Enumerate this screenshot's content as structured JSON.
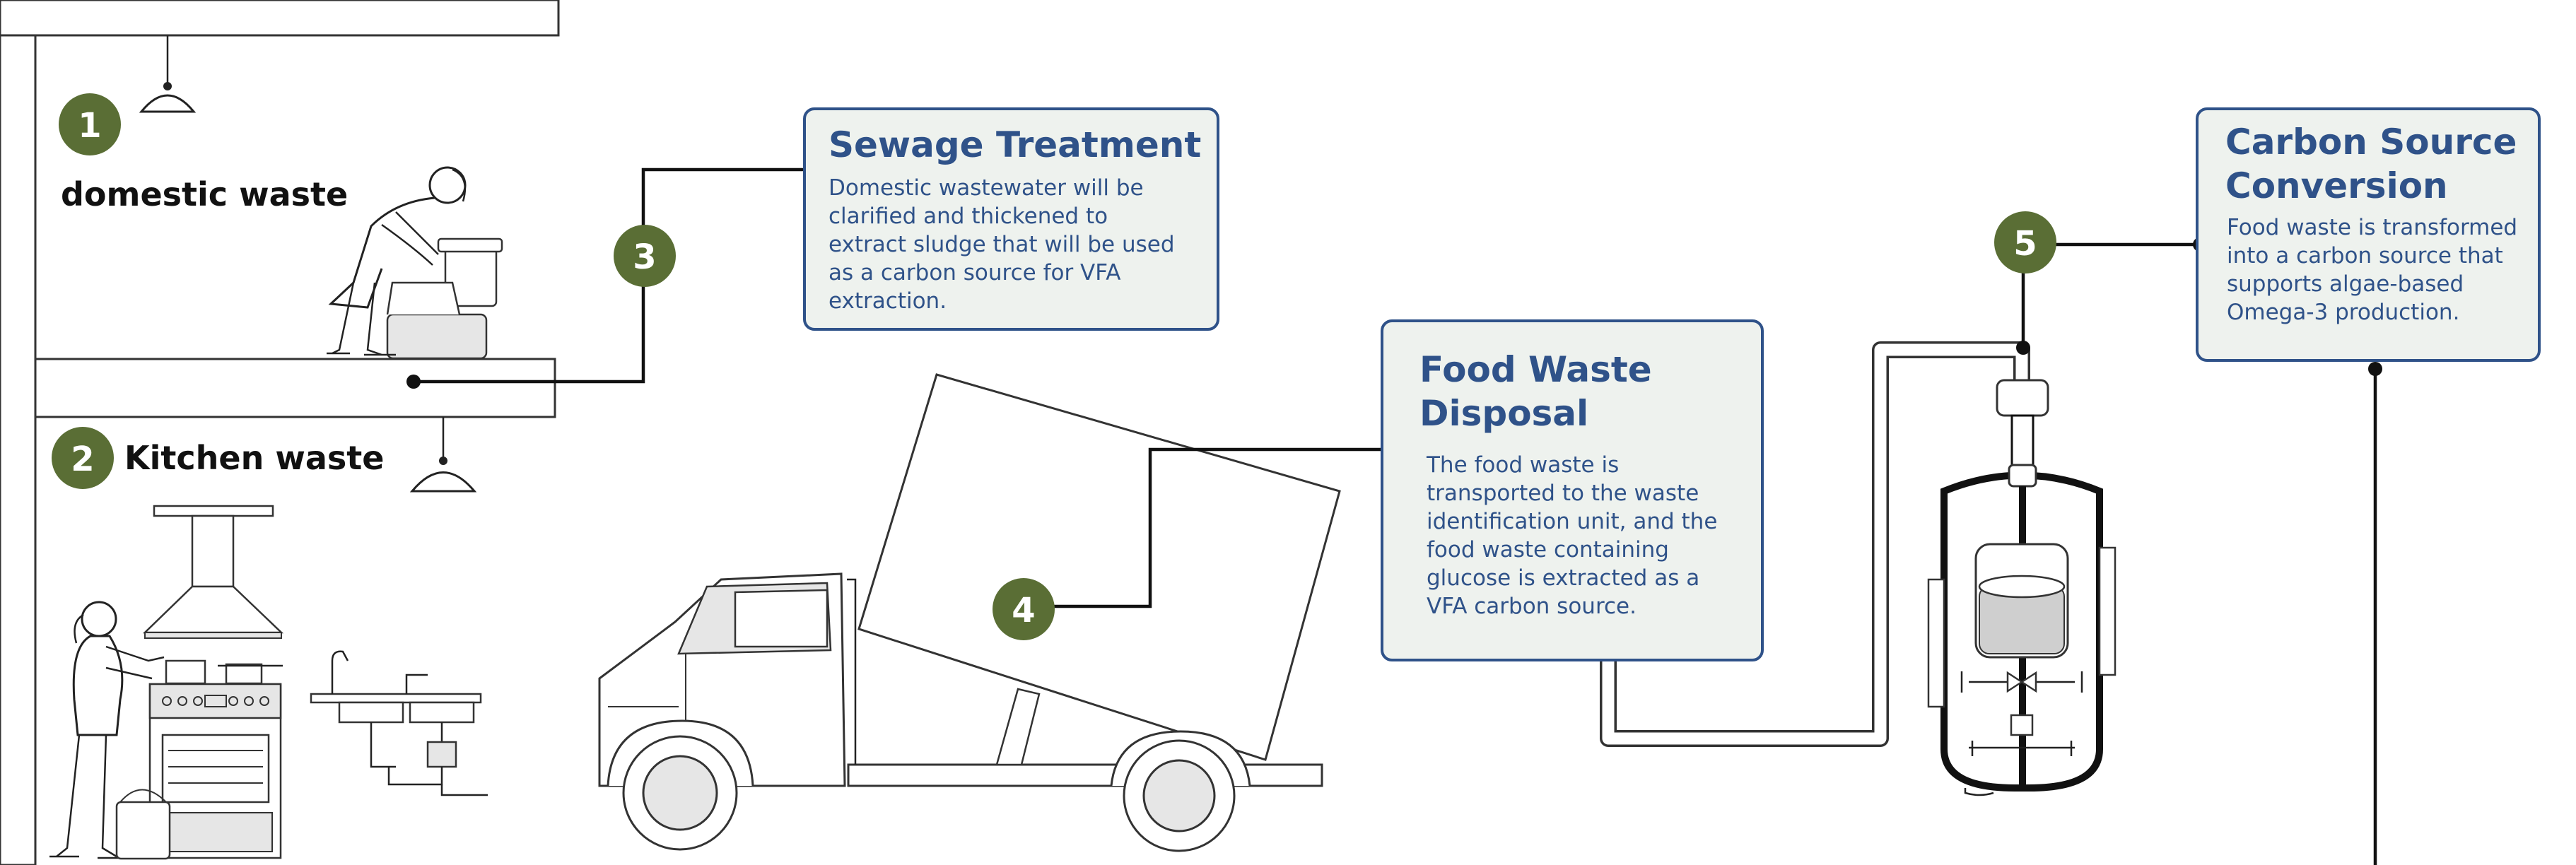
{
  "steps": {
    "s1": "1",
    "s2": "2",
    "s3": "3",
    "s4": "4",
    "s5": "5"
  },
  "labels": {
    "domestic": "domestic waste",
    "kitchen": "Kitchen waste"
  },
  "cards": {
    "sewage": {
      "title": "Sewage Treatment",
      "lines": [
        "Domestic wastewater will be",
        "clarified and thickened to",
        "extract sludge that will be used",
        "as a carbon source for VFA",
        "extraction."
      ]
    },
    "food": {
      "title_lines": [
        "Food Waste",
        "Disposal"
      ],
      "lines": [
        "The food waste is",
        "transported to the waste",
        "identification unit, and the",
        "food waste containing",
        "glucose is extracted as a",
        "VFA carbon source."
      ]
    },
    "carbon": {
      "title_lines": [
        "Carbon Source",
        "Conversion"
      ],
      "lines": [
        "Food waste is transformed",
        "into a carbon source that",
        "supports algae-based",
        "Omega-3 production."
      ]
    }
  },
  "colors": {
    "step_badge": "#5a6e35",
    "card_border": "#2f5289",
    "card_fill": "#eef2ee",
    "card_text": "#2f5289"
  },
  "icons": [
    "pendant-lamp-icon",
    "woman-cleaning-toilet-icon",
    "woman-cooking-icon",
    "range-hood-icon",
    "stove-icon",
    "sink-icon",
    "dump-truck-icon",
    "bioreactor-icon"
  ]
}
